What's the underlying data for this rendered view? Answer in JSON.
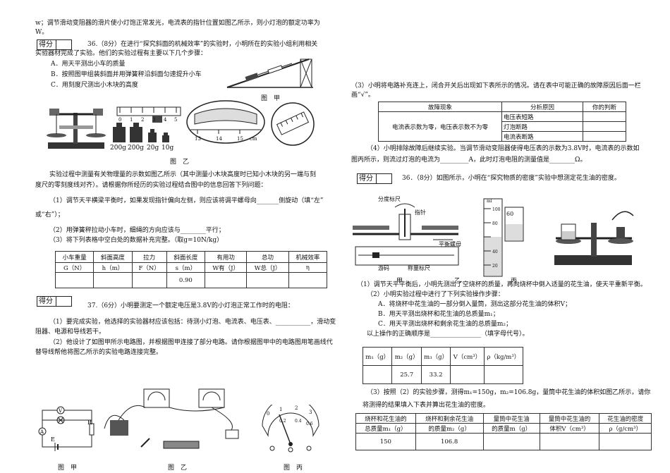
{
  "left": {
    "top_line1": "w；调节滑动变阻器的滑片使小灯饱正常发光，电流表的指针位置如图乙所示，则小灯泡的额定功率为",
    "top_line2": "W。",
    "score_label": "得分",
    "q36_intro1": "36.（8分）在进行“探究斜面的机械效率”的实验时，小明所在的实验小组利用相关",
    "q36_intro2": "实验器材完成了实验。他们的实验过程有主要以下几个步骤：",
    "step_a": "A．用天平测出小车的质量",
    "step_b": "B．按照图甲组装斜面并用弹簧秤沿斜面匀速提升小车",
    "step_c": "C．用刻度尺测出小木块的高度",
    "fig_jia": "图　甲",
    "fig_yi": "图　乙",
    "weights": [
      "200g",
      "200g",
      "20g",
      "10g"
    ],
    "ruler_nums": [
      "0",
      "1",
      "2",
      "3",
      "4",
      "5"
    ],
    "ruler2_nums": [
      "13",
      "14",
      "15",
      "cm"
    ],
    "p1_line1": "实验过程中测量有关物理量的示数如图乙所示（其中测量小木块高度时已知小木块的另一端与刻",
    "p1_line2": "度尺的零刻度线对齐）。请根据你所经历的实验过程结合图中的信息回答下列问题：",
    "q1_line1": "（1）调节天平横梁平衡时，如果发现指针偏向左侧，则应该将调平螺母向_______侧旋动（填“左”",
    "q1_line2": "或“右”）；",
    "q2": "（2）用弹簧秤拉动小车时，细绳的方向应该与________平行；",
    "q3": "（3）将下列表格中空白处的数据补充完整。（取g=10N/kg）",
    "table1_head1": [
      "小车重量",
      "斜面高度",
      "拉力",
      "斜面长度",
      "有用功",
      "总功",
      "机械效率"
    ],
    "table1_head2": [
      "G（N）",
      "h（m）",
      "F（N）",
      "s（m）",
      "W有（J）",
      "W总（J）",
      "η"
    ],
    "table1_row": [
      "",
      "",
      "",
      "0.90",
      "",
      "",
      ""
    ],
    "q37_intro": "37.（6分）小明要测定一个额定电压是3.8V的小灯泡正常工作时的电阻：",
    "q37_1a": "（1）要完成实验，他选择的实验器材应该包括：待测小灯泡、电流表、电压表、___________，滑动变",
    "q37_1b": "阻器、电源和导线若干。",
    "q37_2a": "（2）他设计了如图甲所示电路图，并根据图甲连接了部分电路。请你根据图甲中的电路图用笔画线代",
    "q37_2b": "替导线帮他将图乙所示的实验电路连接完整。",
    "fig_bottom": [
      "图　甲",
      "图　乙",
      "图　丙"
    ],
    "meter_nums": [
      "0",
      "1",
      "2",
      "3",
      "0.2",
      "0.4",
      "0.6"
    ]
  },
  "right": {
    "q3_line1": "（3）小明将电路补充连上，闭合开关后出现如下表所示的情况。请在表中可能正确的故障原因后面一栏",
    "q3_line2": "画“√”。",
    "fault_head": [
      "故障现象",
      "分析原因",
      "你的判断"
    ],
    "fault_phenomenon": "电流表示数为零，电压表示数不为零",
    "fault_causes": [
      "电压表短路",
      "灯泡断路",
      "电流表断路"
    ],
    "q4_line1": "（4）小明排除故障后继续实验。当调节滑动变阻器使得电压表的示数为3.8V时，电流表的示数如",
    "q4_line2": "图丙所示，则流过灯泡的电流为_________A，此时灯泡电阻的测量值是________Ω。",
    "score_label": "得分",
    "q36b_intro": "36．（8分）如图所示，小明在“探究物质的密度”实验中想测定花生油的密度。",
    "labels": [
      "分度标尺",
      "指针",
      "平衡螺母",
      "游码",
      "称量标尺"
    ],
    "cyl_nums": [
      "100",
      "80",
      "60",
      "40",
      "20"
    ],
    "cyl_ml": "ml",
    "figs": [
      "甲",
      "乙",
      "丙"
    ],
    "b1": "（1）调节天平平衡后，小明先测出了空烧杯的质量，再向烧杯中倒入适量的花生油，使天平重新平衡。",
    "b2": "（2）小明实验过程中进行了下列实验操作步骤：",
    "b_a": "A．将烧杯中花生油的一部分倒入量筒，测出这部分花生油的体积V；",
    "b_b": "B．用天平测出烧杯和花生油的总质量m₁；",
    "b_c": "C．用天平测出烧杯和剩余花生油的总质量m₂；",
    "b_order": "以上操作的正确顺序是________________（填字母代号）。",
    "t2_head": [
      "m₁（g）",
      "m₂（g）",
      "m₃（g）",
      "V（cm³）",
      "ρ（kg/m³）"
    ],
    "t2_row": [
      "",
      "25.7",
      "33.2",
      "",
      ""
    ],
    "b3_line1": "（3）按照（2）的实验步骤，测得m₁=150g，m₂=106.8g，量筒中花生油的体积如图乙所示，请你",
    "b3_line2": "将测得的结果填入下表并算出花生油的密度。",
    "t3_head1": [
      "烧杯和花生油的",
      "烧杯和剩余花生油",
      "量筒中花生油",
      "量筒中花生油的",
      "花生油的密度"
    ],
    "t3_head2": [
      "总质量m₁（g）",
      "的质量m₂（g）",
      "的质量m（g）",
      "体积V（cm³）",
      "ρ（g/cm³）"
    ],
    "t3_row": [
      "150",
      "106.8",
      "",
      "",
      ""
    ]
  }
}
